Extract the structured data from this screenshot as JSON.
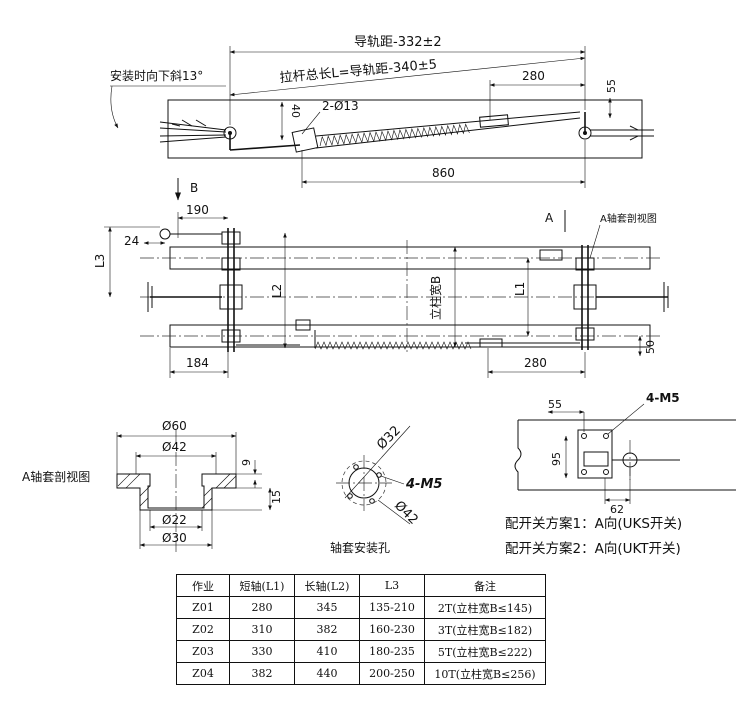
{
  "top_view": {
    "rail_distance": "导轨距-332±2",
    "rod_length": "拉杆总长L=导轨距-340±5",
    "incline": "安装时向下斜13°",
    "dim_280": "280",
    "dim_55": "55",
    "dim_40": "40",
    "hole_label": "2-Ø13",
    "dim_860": "860"
  },
  "front_view": {
    "direction_b": "B",
    "direction_a": "A",
    "a_section_ref": "A轴套剖视图",
    "dim_190": "190",
    "dim_24": "24",
    "l3": "L3",
    "l2": "L2",
    "l1": "L1",
    "column_width": "立柱宽B",
    "dim_184": "184",
    "dim_280": "280",
    "dim_50": "50"
  },
  "section_view": {
    "title": "A轴套剖视图",
    "d60": "Ø60",
    "d42": "Ø42",
    "d22": "Ø22",
    "d30": "Ø30",
    "dim_9": "9",
    "dim_15": "15"
  },
  "hole_view": {
    "d32": "Ø32",
    "d42": "Ø42",
    "screws": "4-M5",
    "caption": "轴套安装孔"
  },
  "a_view": {
    "dim_55": "55",
    "screws": "4-M5",
    "dim_95": "95",
    "dim_62": "62"
  },
  "schemes": [
    "配开关方案1：A向(UKS开关)",
    "配开关方案2：A向(UKT开关)"
  ],
  "table": {
    "headers": [
      "作业",
      "短轴(L1)",
      "长轴(L2)",
      "L3",
      "备注"
    ],
    "rows": [
      [
        "Z01",
        "280",
        "345",
        "135-210",
        "2T(立柱宽B≤145)"
      ],
      [
        "Z02",
        "310",
        "382",
        "160-230",
        "3T(立柱宽B≤182)"
      ],
      [
        "Z03",
        "330",
        "410",
        "180-235",
        "5T(立柱宽B≤222)"
      ],
      [
        "Z04",
        "382",
        "440",
        "200-250",
        "10T(立柱宽B≤256)"
      ]
    ]
  }
}
